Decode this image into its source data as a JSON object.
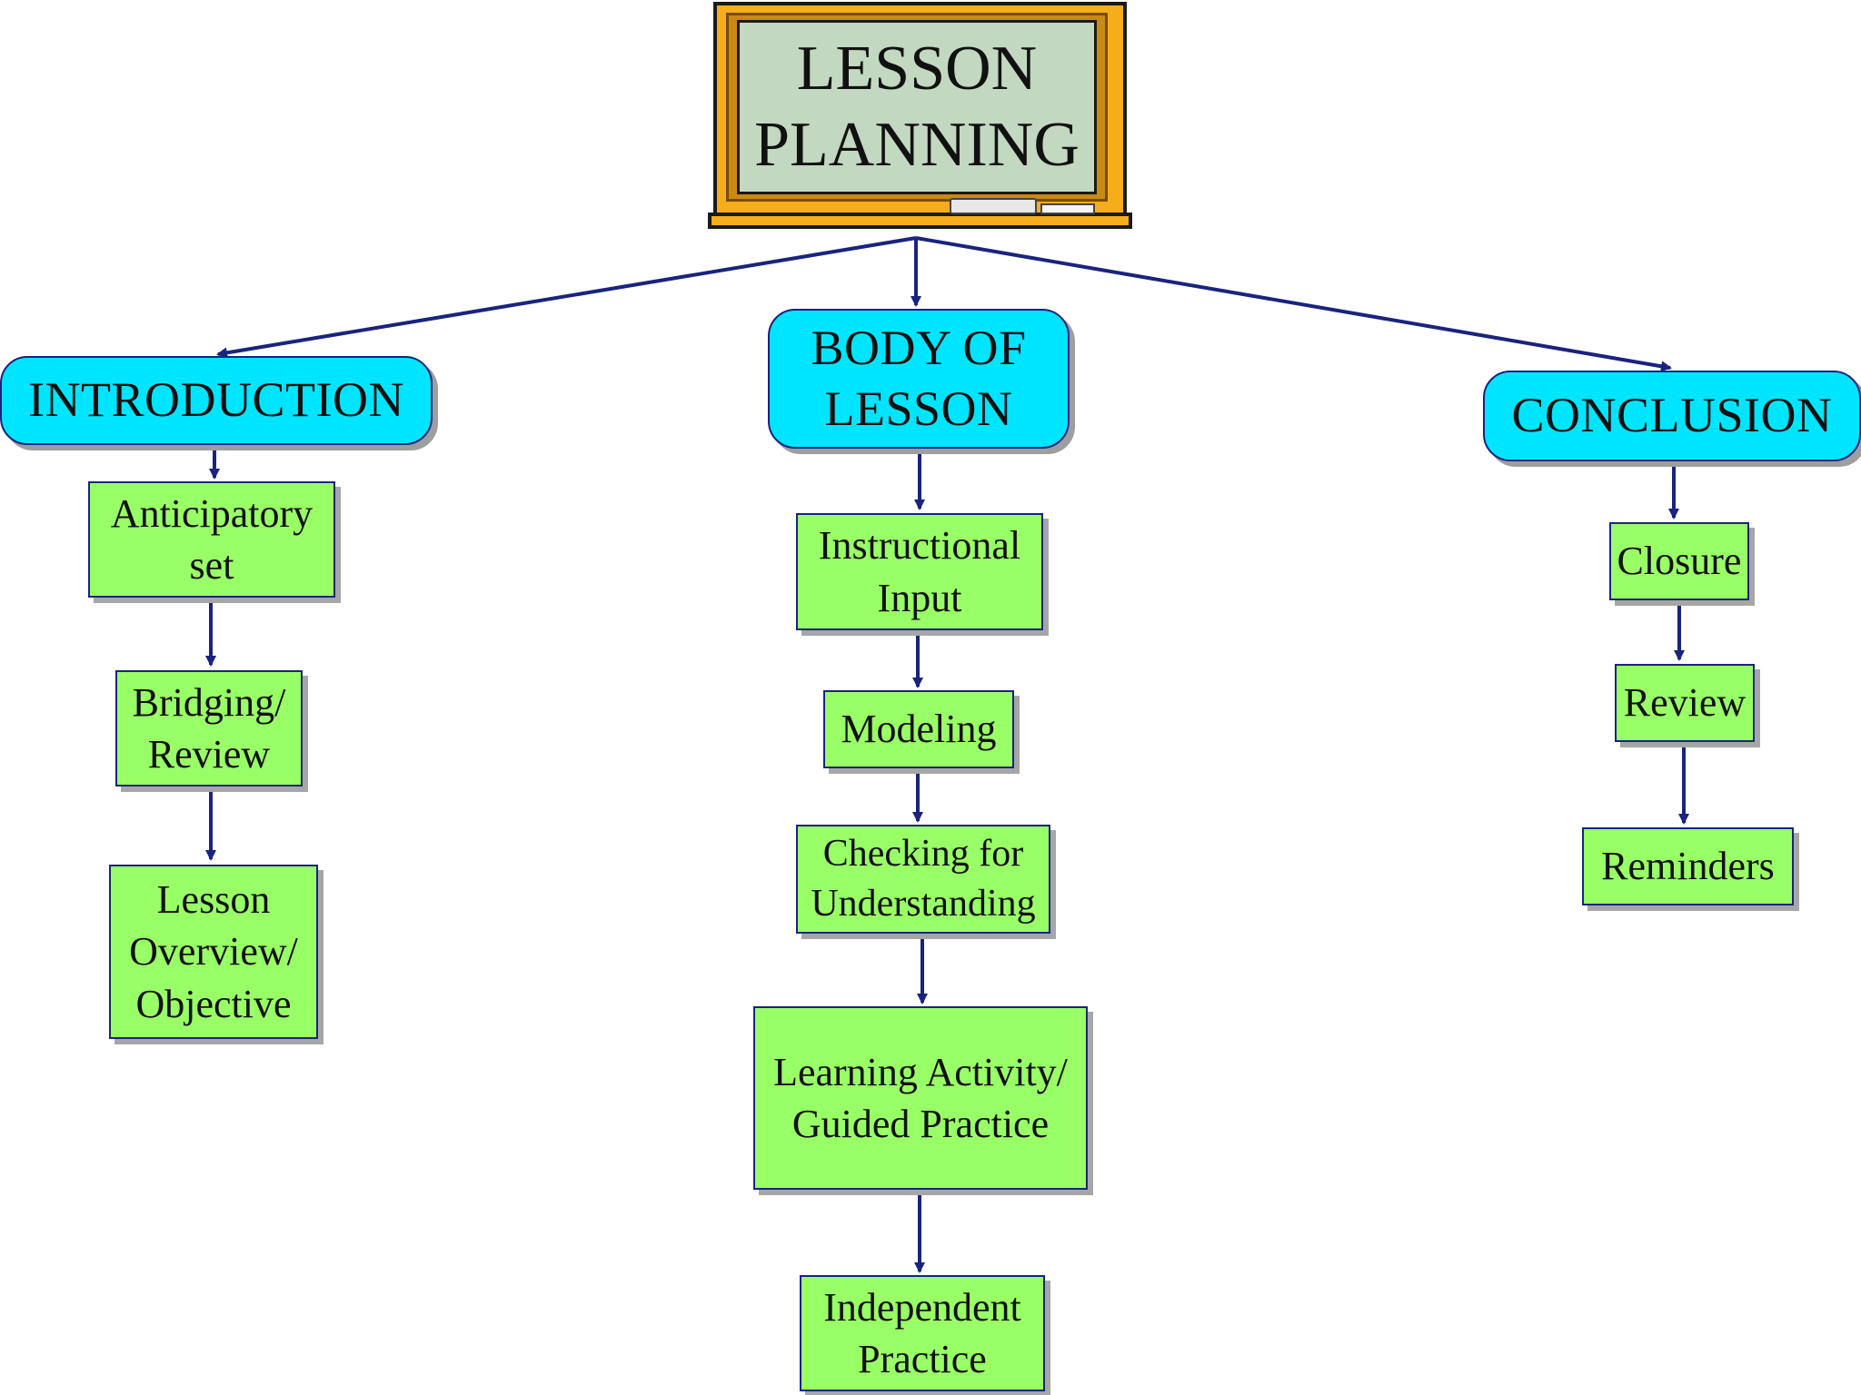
{
  "colors": {
    "section_fill": "#00e5ff",
    "step_fill": "#99ff66",
    "connector": "#1a237e",
    "board_frame": "#f5ad1c",
    "board_slate": "#c2d8c0"
  },
  "root": {
    "icon": "chalkboard-icon",
    "title": "LESSON\nPLANNING"
  },
  "sections": {
    "introduction": {
      "label": "INTRODUCTION",
      "steps": [
        "Anticipatory\nset",
        "Bridging/\nReview",
        "Lesson\nOverview/\nObjective"
      ]
    },
    "body": {
      "label": "BODY OF\nLESSON",
      "steps": [
        "Instructional\nInput",
        "Modeling",
        "Checking for\nUnderstanding",
        "Learning Activity/\nGuided Practice",
        "Independent\nPractice"
      ]
    },
    "conclusion": {
      "label": "CONCLUSION",
      "steps": [
        "Closure",
        "Review",
        "Reminders"
      ]
    }
  }
}
